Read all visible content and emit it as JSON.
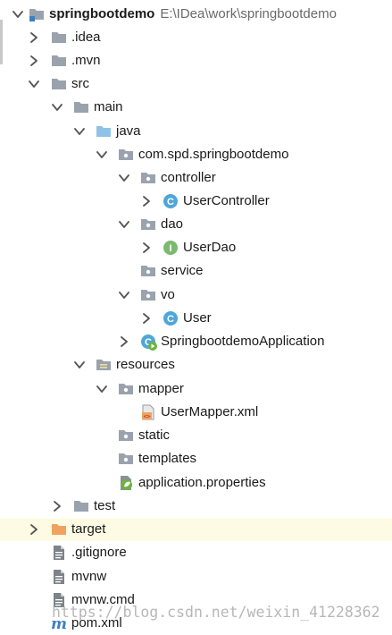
{
  "project": {
    "name": "springbootdemo",
    "path": "E:\\IDea\\work\\springbootdemo"
  },
  "tree": {
    "idea": ".idea",
    "mvn": ".mvn",
    "src": "src",
    "main": "main",
    "java": "java",
    "package": "com.spd.springbootdemo",
    "controller": "controller",
    "user_controller": "UserController",
    "dao": "dao",
    "user_dao": "UserDao",
    "service": "service",
    "vo": "vo",
    "user": "User",
    "application_class": "SpringbootdemoApplication",
    "resources": "resources",
    "mapper": "mapper",
    "user_mapper_xml": "UserMapper.xml",
    "static": "static",
    "templates": "templates",
    "application_properties": "application.properties",
    "test": "test",
    "target": "target",
    "gitignore": ".gitignore",
    "mvnw": "mvnw",
    "mvnw_cmd": "mvnw.cmd",
    "pom": "pom.xml"
  },
  "badges": {
    "class_letter": "C",
    "interface_letter": "I",
    "xml_badge": "<>"
  },
  "colors": {
    "folder_gray": "#9aa3ad",
    "folder_blue": "#8fc3e6",
    "folder_orange": "#f0a35e",
    "class_blue": "#4fa6d8",
    "interface_green": "#7cb870",
    "spring_green": "#6db33f",
    "highlight": "#fdfbe4"
  },
  "watermark": "https://blog.csdn.net/weixin_41228362"
}
